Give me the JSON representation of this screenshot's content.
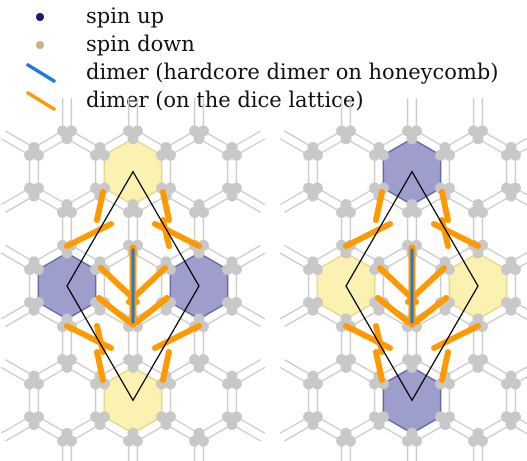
{
  "legend": {
    "items": [
      {
        "label": "spin up",
        "symbol": "dot",
        "color": "#1a1a66"
      },
      {
        "label": "spin down",
        "symbol": "dot",
        "color": "#c9b08a"
      },
      {
        "label": "dimer (hardcore dimer on honeycomb)",
        "symbol": "line",
        "color": "#1f7ad6"
      },
      {
        "label": "dimer (on the dice lattice)",
        "symbol": "line",
        "color": "#ff9900"
      }
    ]
  },
  "colors": {
    "lattice_line": "#cccccc",
    "site": "#c8c8c8",
    "hexagon_blue_fill": "#8d8dc4",
    "hexagon_blue_edge": "#6a6aa8",
    "hexagon_yellow_fill": "#fbefa8",
    "hexagon_yellow_edge": "#e9d98a",
    "unit_cell": "#000000",
    "dimer_orange": "#ff9900",
    "dimer_blue": "#1f7ad6"
  },
  "diagrams": [
    {
      "name": "configuration-left",
      "hexagon_colors": {
        "top": "yellow",
        "left": "blue",
        "right": "blue",
        "bottom": "yellow"
      }
    },
    {
      "name": "configuration-right",
      "hexagon_colors": {
        "top": "blue",
        "left": "yellow",
        "right": "yellow",
        "bottom": "blue"
      }
    }
  ]
}
